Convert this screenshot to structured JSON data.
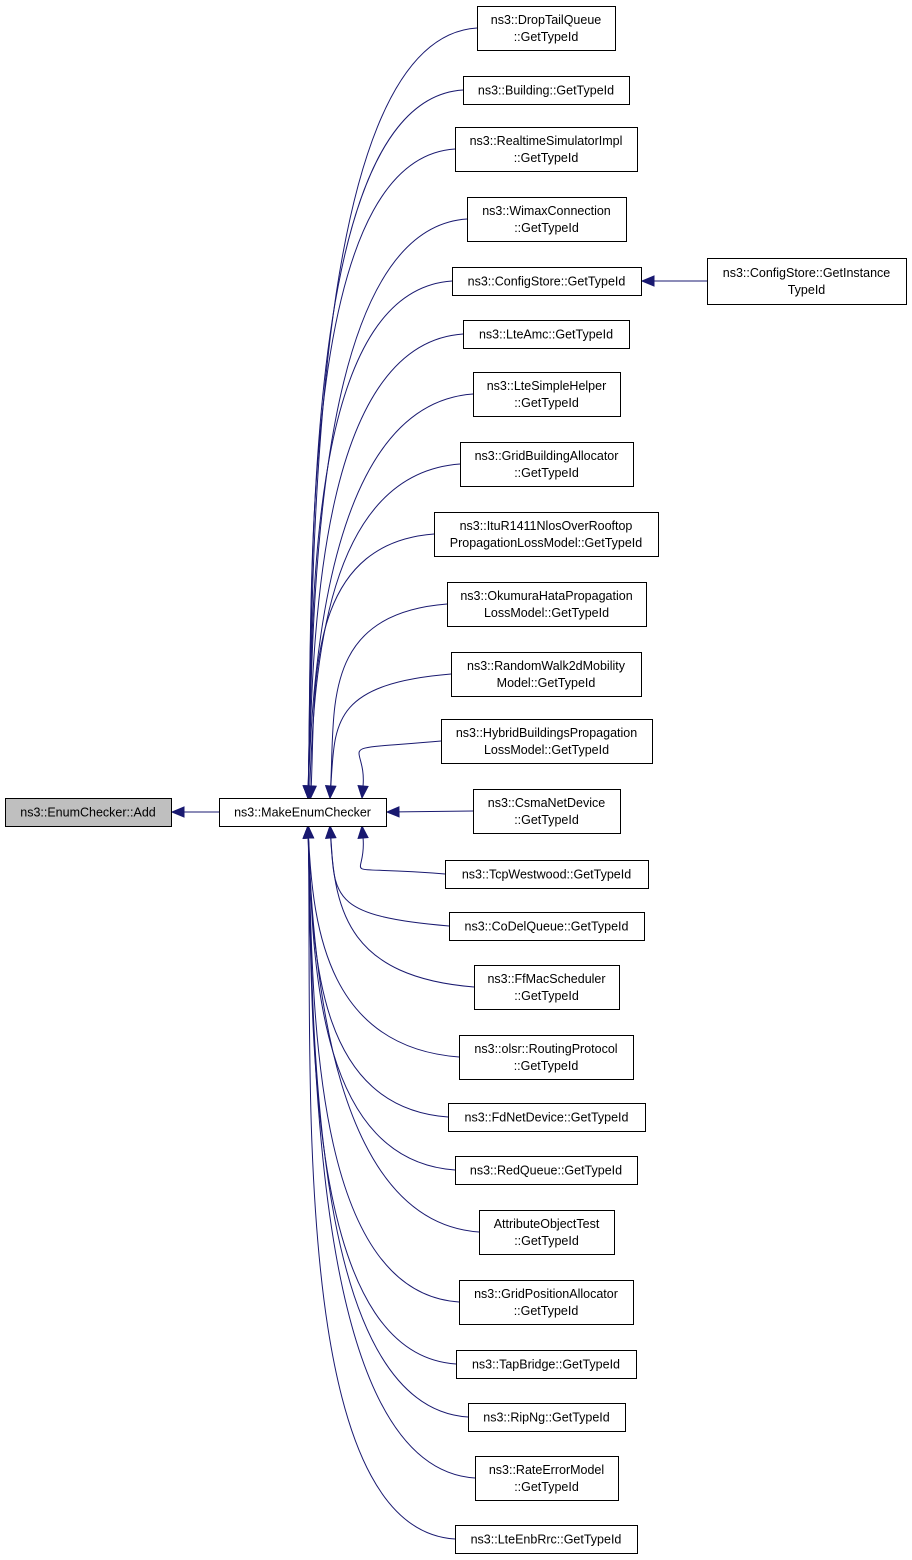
{
  "root": {
    "label": [
      "ns3::EnumChecker::Add"
    ]
  },
  "hub": {
    "label": [
      "ns3::MakeEnumChecker"
    ]
  },
  "callers": [
    {
      "id": "droptailqueue",
      "label": [
        "ns3::DropTailQueue",
        "::GetTypeId"
      ]
    },
    {
      "id": "building",
      "label": [
        "ns3::Building::GetTypeId"
      ]
    },
    {
      "id": "realtimesimulatorimpl",
      "label": [
        "ns3::RealtimeSimulatorImpl",
        "::GetTypeId"
      ]
    },
    {
      "id": "wimaxconnection",
      "label": [
        "ns3::WimaxConnection",
        "::GetTypeId"
      ]
    },
    {
      "id": "configstore",
      "label": [
        "ns3::ConfigStore::GetTypeId"
      ]
    },
    {
      "id": "lteamc",
      "label": [
        "ns3::LteAmc::GetTypeId"
      ]
    },
    {
      "id": "ltesimplehelper",
      "label": [
        "ns3::LteSimpleHelper",
        "::GetTypeId"
      ]
    },
    {
      "id": "gridbuildingallocator",
      "label": [
        "ns3::GridBuildingAllocator",
        "::GetTypeId"
      ]
    },
    {
      "id": "itur1411",
      "label": [
        "ns3::ItuR1411NlosOverRooftop",
        "PropagationLossModel::GetTypeId"
      ]
    },
    {
      "id": "okumurahata",
      "label": [
        "ns3::OkumuraHataPropagation",
        "LossModel::GetTypeId"
      ]
    },
    {
      "id": "randomwalk2d",
      "label": [
        "ns3::RandomWalk2dMobility",
        "Model::GetTypeId"
      ]
    },
    {
      "id": "hybridbuildings",
      "label": [
        "ns3::HybridBuildingsPropagation",
        "LossModel::GetTypeId"
      ]
    },
    {
      "id": "csmanetdevice",
      "label": [
        "ns3::CsmaNetDevice",
        "::GetTypeId"
      ]
    },
    {
      "id": "tcpwestwood",
      "label": [
        "ns3::TcpWestwood::GetTypeId"
      ]
    },
    {
      "id": "codelqueue",
      "label": [
        "ns3::CoDelQueue::GetTypeId"
      ]
    },
    {
      "id": "ffmacscheduler",
      "label": [
        "ns3::FfMacScheduler",
        "::GetTypeId"
      ]
    },
    {
      "id": "olsrroutingprotocol",
      "label": [
        "ns3::olsr::RoutingProtocol",
        "::GetTypeId"
      ]
    },
    {
      "id": "fdnetdevice",
      "label": [
        "ns3::FdNetDevice::GetTypeId"
      ]
    },
    {
      "id": "redqueue",
      "label": [
        "ns3::RedQueue::GetTypeId"
      ]
    },
    {
      "id": "attributeobjecttest",
      "label": [
        "AttributeObjectTest",
        "::GetTypeId"
      ]
    },
    {
      "id": "gridpositionallocator",
      "label": [
        "ns3::GridPositionAllocator",
        "::GetTypeId"
      ]
    },
    {
      "id": "tapbridge",
      "label": [
        "ns3::TapBridge::GetTypeId"
      ]
    },
    {
      "id": "ripng",
      "label": [
        "ns3::RipNg::GetTypeId"
      ]
    },
    {
      "id": "rateerrormodel",
      "label": [
        "ns3::RateErrorModel",
        "::GetTypeId"
      ]
    },
    {
      "id": "lteenbrrc",
      "label": [
        "ns3::LteEnbRrc::GetTypeId"
      ]
    }
  ],
  "secondary": [
    {
      "id": "configstoregetinstancetypeid",
      "parent": "configstore",
      "label": [
        "ns3::ConfigStore::GetInstance",
        "TypeId"
      ]
    }
  ],
  "colors": {
    "edge": "#191970",
    "highlight_fill": "#bfbfbf",
    "border": "#000000"
  }
}
